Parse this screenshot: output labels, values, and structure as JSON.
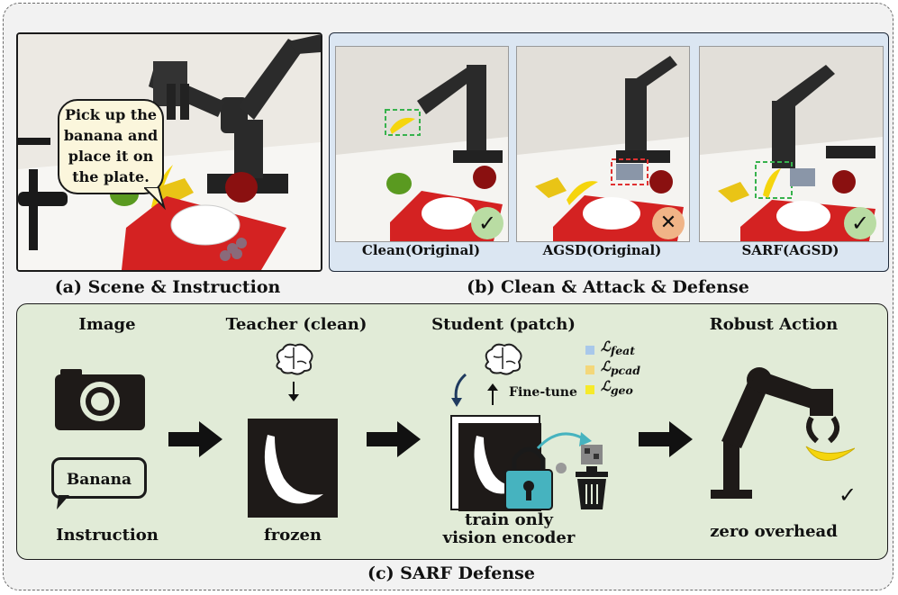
{
  "panel_a": {
    "caption": "(a) Scene & Instruction",
    "instruction_lines": [
      "Pick up the",
      "banana and",
      "place it on",
      "the plate."
    ]
  },
  "panel_b": {
    "caption": "(b) Clean & Attack & Defense",
    "photos": [
      {
        "label": "Clean(Original)",
        "result": "✓",
        "result_color": "#b9dca3"
      },
      {
        "label": "AGSD(Original)",
        "result": "✕",
        "result_color": "#f0b487"
      },
      {
        "label": "SARF(AGSD)",
        "result": "✓",
        "result_color": "#b9dca3"
      }
    ]
  },
  "panel_c": {
    "caption": "(c) SARF Defense",
    "image_title": "Image",
    "instruction_bubble": "Banana",
    "instruction_title": "Instruction",
    "teacher_title": "Teacher (clean)",
    "teacher_sub": "frozen",
    "student_title": "Student (patch)",
    "finetune": "Fine-tune",
    "student_sub_lines": [
      "train only",
      "vision encoder"
    ],
    "losses": [
      {
        "sym": "ℒ",
        "sub": "feat",
        "color": "#a9c8ea"
      },
      {
        "sym": "ℒ",
        "sub": "pcad",
        "color": "#f3d77a"
      },
      {
        "sym": "ℒ",
        "sub": "geo",
        "color": "#f6ea2a"
      }
    ],
    "action_title": "Robust Action",
    "action_sub": "zero overhead",
    "check": "✓"
  },
  "colors": {
    "frame_dashed": "#6b6b6b",
    "panel_b_bg": "#dbe6f2",
    "panel_c_bg": "#e1ebd7",
    "tray_red": "#d42222",
    "banana_yellow": "#f5d50d",
    "lock_teal": "#46b3bf"
  }
}
